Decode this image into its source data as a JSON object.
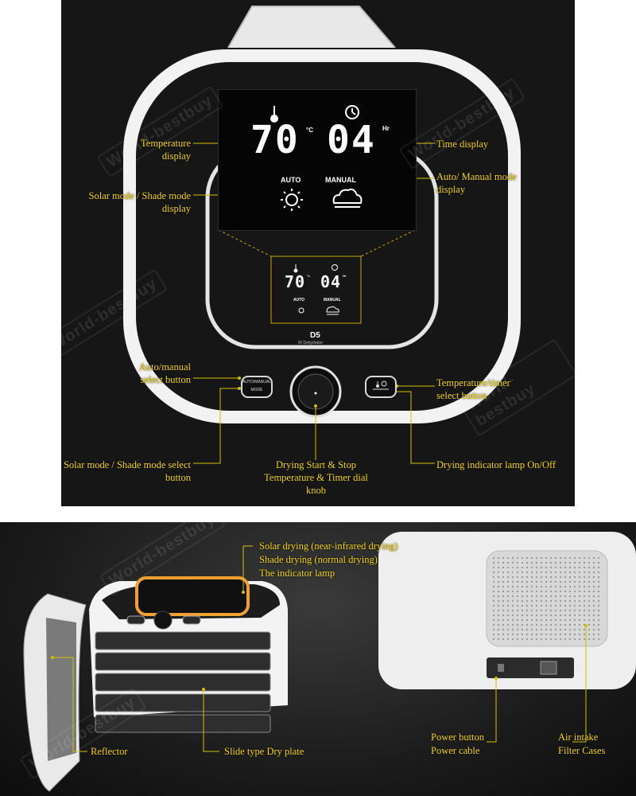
{
  "display": {
    "temperature": "70",
    "temperature_unit": "°C",
    "time": "04",
    "time_unit": "Hr",
    "auto_label": "AUTO",
    "manual_label": "MANUAL",
    "small_temperature_unit": "°c",
    "small_time_unit": "Hr"
  },
  "device": {
    "model": "D5",
    "subtitle": "IR Dehydrator",
    "button_auto_manual_text": "AUTO/MANUAL",
    "button_mode_text": "MODE"
  },
  "callouts_top": {
    "temperature_display": "Temperature display",
    "time_display": "Time display",
    "solar_shade_display": "Solar mode / Shade mode display",
    "auto_manual_display": "Auto/ Manual mode display",
    "auto_manual_button": "Auto/manual select button",
    "temp_timer_button": "Temperature/timer select button",
    "solar_shade_button": "Solar mode / Shade mode select button",
    "dial_knob": "Drying Start & Stop Temperature & Timer dial knob",
    "indicator_lamp": "Drying indicator lamp On/Off"
  },
  "callouts_bottom": {
    "drying_modes": [
      "Solar drying (near-infrared drying)",
      "Shade drying (normal drying)",
      "The indicator lamp"
    ],
    "reflector": "Reflector",
    "dry_plate": "Slide type Dry plate",
    "power": [
      "Power button",
      "Power cable"
    ],
    "air_intake": [
      "Air intake",
      "Filter Cases"
    ]
  },
  "watermark": "World-bestbuy",
  "colors": {
    "callout_text": "#f5d800",
    "leader_line": "#d4c000",
    "lamp_glow": "#f0a030",
    "panel_bg": "#161616"
  }
}
